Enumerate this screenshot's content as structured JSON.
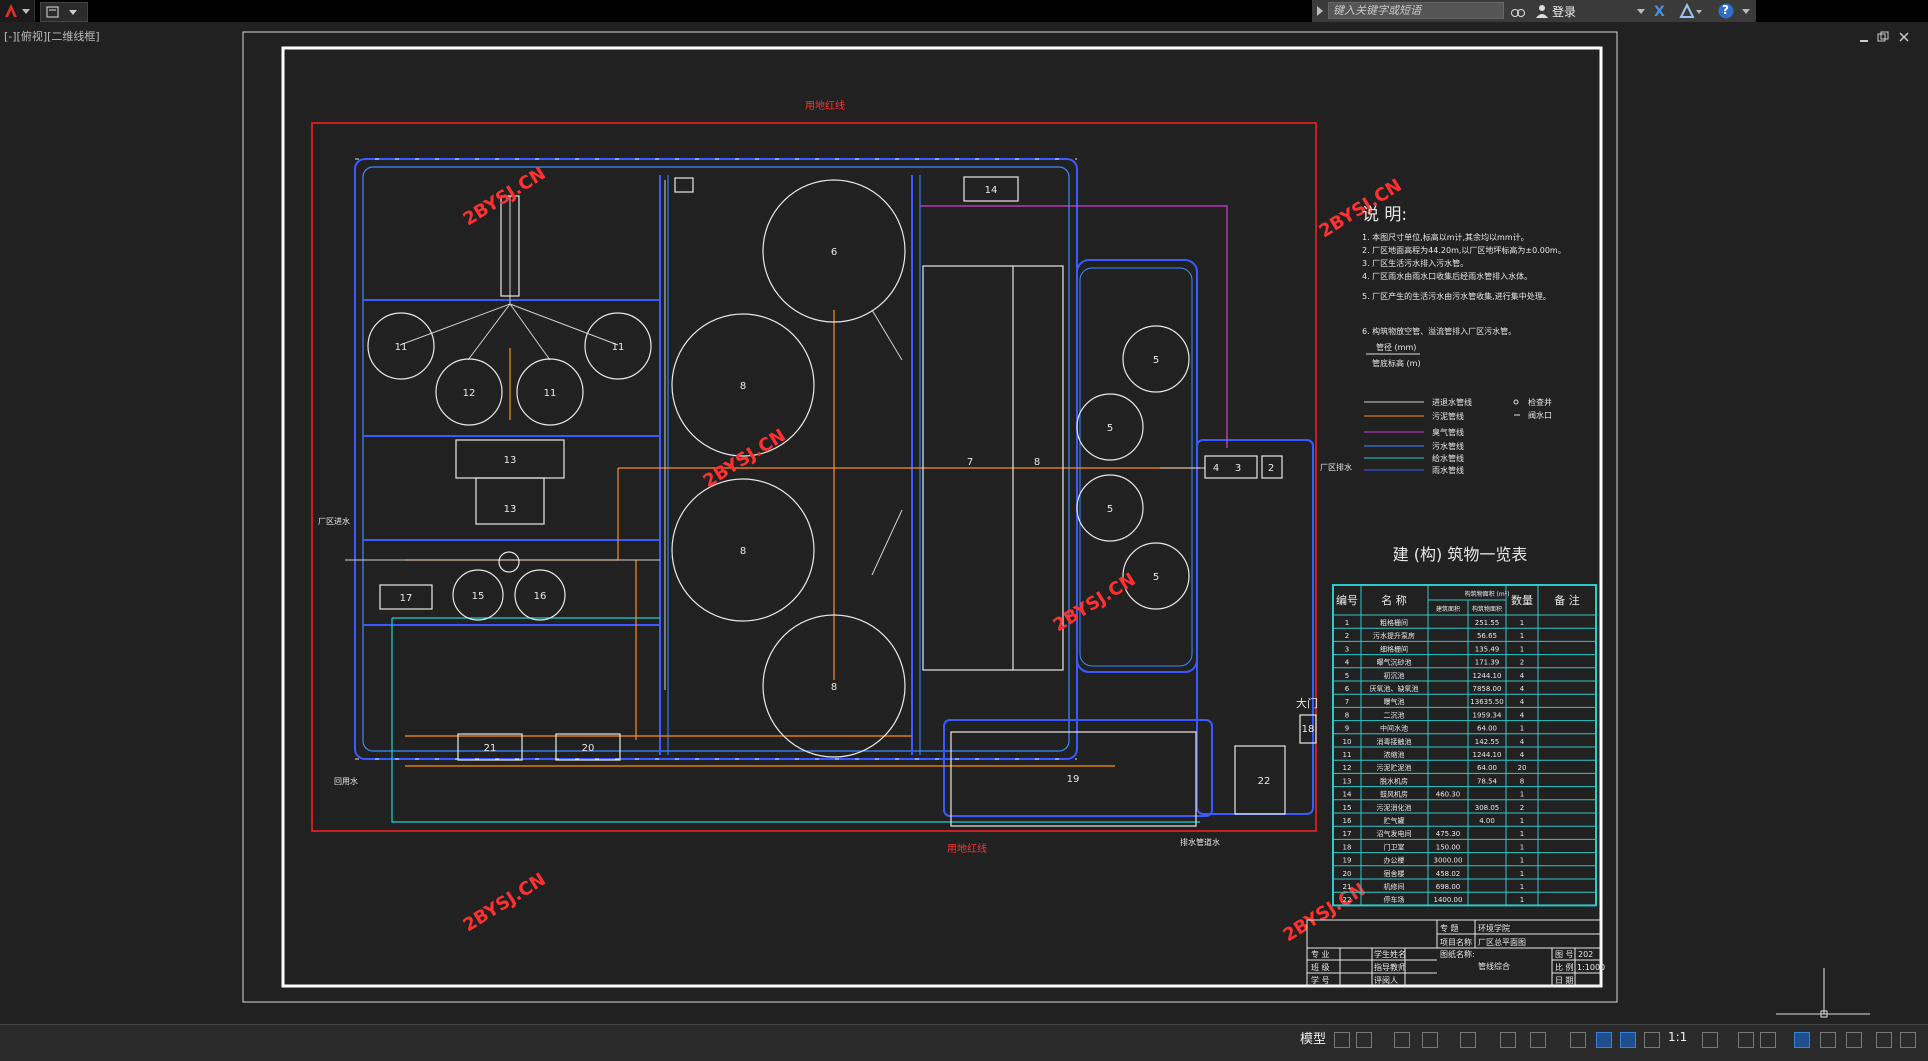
{
  "toolbar": {
    "search_placeholder": "键入关键字或短语",
    "login_label": "登录",
    "help_label": "?"
  },
  "viewport": {
    "label": "[-][俯视][二维线框]"
  },
  "drawing": {
    "site_boundary_top": "用地红线",
    "site_boundary_bottom": "用地红线",
    "watermark": "2BYSJ.CN",
    "inflow_label": "厂区进水",
    "outflow_label": "厂区排水",
    "return_label": "回用水",
    "drain_label": "排水管道水",
    "gate_label": "大门",
    "notes_title": "说  明:",
    "notes": [
      "1. 本图尺寸单位,标高以m计,其余均以mm计。",
      "2. 厂区地面高程为44.20m,以厂区地坪标高为±0.00m。",
      "3. 厂区生活污水排入污水管。",
      "4. 厂区雨水由雨水口收集后经雨水管排入水体。",
      "5. 厂区产生的生活污水由污水管收集,进行集中处理。",
      "6. 构筑物放空管、溢流管排入厂区污水管。"
    ],
    "pipe_unit_label": "管径 (mm)",
    "elevation_label": "管底标高 (m)",
    "legend": [
      {
        "label": "进退水管线",
        "color": "#cfcfcf",
        "sym_label": "检查井"
      },
      {
        "label": "污泥管线",
        "color": "#ff8c1a",
        "sym_label": "阀水口"
      },
      {
        "label": "臭气管线",
        "color": "#d040d0"
      },
      {
        "label": "污水管线",
        "color": "#3a8cff"
      },
      {
        "label": "给水管线",
        "color": "#20d0d0"
      },
      {
        "label": "雨水管线",
        "color": "#4060ff"
      }
    ],
    "units": [
      {
        "id": "1"
      },
      {
        "id": "2"
      },
      {
        "id": "3"
      },
      {
        "id": "4"
      },
      {
        "id": "5"
      },
      {
        "id": "6"
      },
      {
        "id": "7"
      },
      {
        "id": "8"
      },
      {
        "id": "9"
      },
      {
        "id": "10"
      },
      {
        "id": "11"
      },
      {
        "id": "12"
      },
      {
        "id": "13"
      },
      {
        "id": "14"
      },
      {
        "id": "15"
      },
      {
        "id": "16"
      },
      {
        "id": "17"
      },
      {
        "id": "18"
      },
      {
        "id": "19"
      },
      {
        "id": "20"
      },
      {
        "id": "21"
      },
      {
        "id": "22"
      }
    ]
  },
  "table": {
    "title": "建 (构) 筑物一览表",
    "headers": [
      "编号",
      "名  称",
      "构筑物面积 (m²)",
      "数量",
      "备  注"
    ],
    "sub_headers": [
      "建筑面积",
      "构筑物面积"
    ],
    "rows": [
      [
        "1",
        "粗格栅间",
        "",
        "251.55",
        "1",
        ""
      ],
      [
        "2",
        "污水提升泵房",
        "",
        "56.65",
        "1",
        ""
      ],
      [
        "3",
        "细格栅间",
        "",
        "135.49",
        "1",
        ""
      ],
      [
        "4",
        "曝气沉砂池",
        "",
        "171.39",
        "2",
        ""
      ],
      [
        "5",
        "初沉池",
        "",
        "1244.10",
        "4",
        ""
      ],
      [
        "6",
        "厌氧池、缺氧池",
        "",
        "7858.00",
        "4",
        ""
      ],
      [
        "7",
        "曝气池",
        "",
        "13635.50",
        "4",
        ""
      ],
      [
        "8",
        "二沉池",
        "",
        "1959.34",
        "4",
        ""
      ],
      [
        "9",
        "中间水池",
        "",
        "64.00",
        "1",
        ""
      ],
      [
        "10",
        "消毒接触池",
        "",
        "142.55",
        "4",
        ""
      ],
      [
        "11",
        "浓缩池",
        "",
        "1244.10",
        "4",
        ""
      ],
      [
        "12",
        "污泥贮泥池",
        "",
        "64.00",
        "20",
        ""
      ],
      [
        "13",
        "脱水机房",
        "",
        "78.54",
        "8",
        ""
      ],
      [
        "14",
        "鼓风机房",
        "460.30",
        "",
        "1",
        ""
      ],
      [
        "15",
        "污泥消化池",
        "",
        "308.05",
        "2",
        ""
      ],
      [
        "16",
        "贮气罐",
        "",
        "4.00",
        "1",
        ""
      ],
      [
        "17",
        "沼气发电间",
        "475.30",
        "",
        "1",
        ""
      ],
      [
        "18",
        "门卫室",
        "150.00",
        "",
        "1",
        ""
      ],
      [
        "19",
        "办公楼",
        "3000.00",
        "",
        "1",
        ""
      ],
      [
        "20",
        "宿舍楼",
        "458.02",
        "",
        "1",
        ""
      ],
      [
        "21",
        "机修间",
        "698.00",
        "",
        "1",
        ""
      ],
      [
        "22",
        "停车场",
        "1400.00",
        "",
        "1",
        ""
      ]
    ]
  },
  "title_block": {
    "row1_label": "专  题",
    "row1_value": "环境学院",
    "row2_label": "项目名称",
    "row2_value": "厂区总平面图",
    "left_labels": [
      "专  业",
      "班  级",
      "学  号"
    ],
    "role_labels": [
      "学生姓名",
      "指导教师",
      "评阅人"
    ],
    "drawing_name_label": "图纸名称:",
    "drawing_name": "管线综合",
    "right_labels": [
      "图  号",
      "比  例",
      "日  期"
    ],
    "right_values": [
      "202",
      "1:1000",
      ""
    ]
  },
  "statusbar": {
    "model_label": "模型",
    "scale_label": "1:1"
  }
}
